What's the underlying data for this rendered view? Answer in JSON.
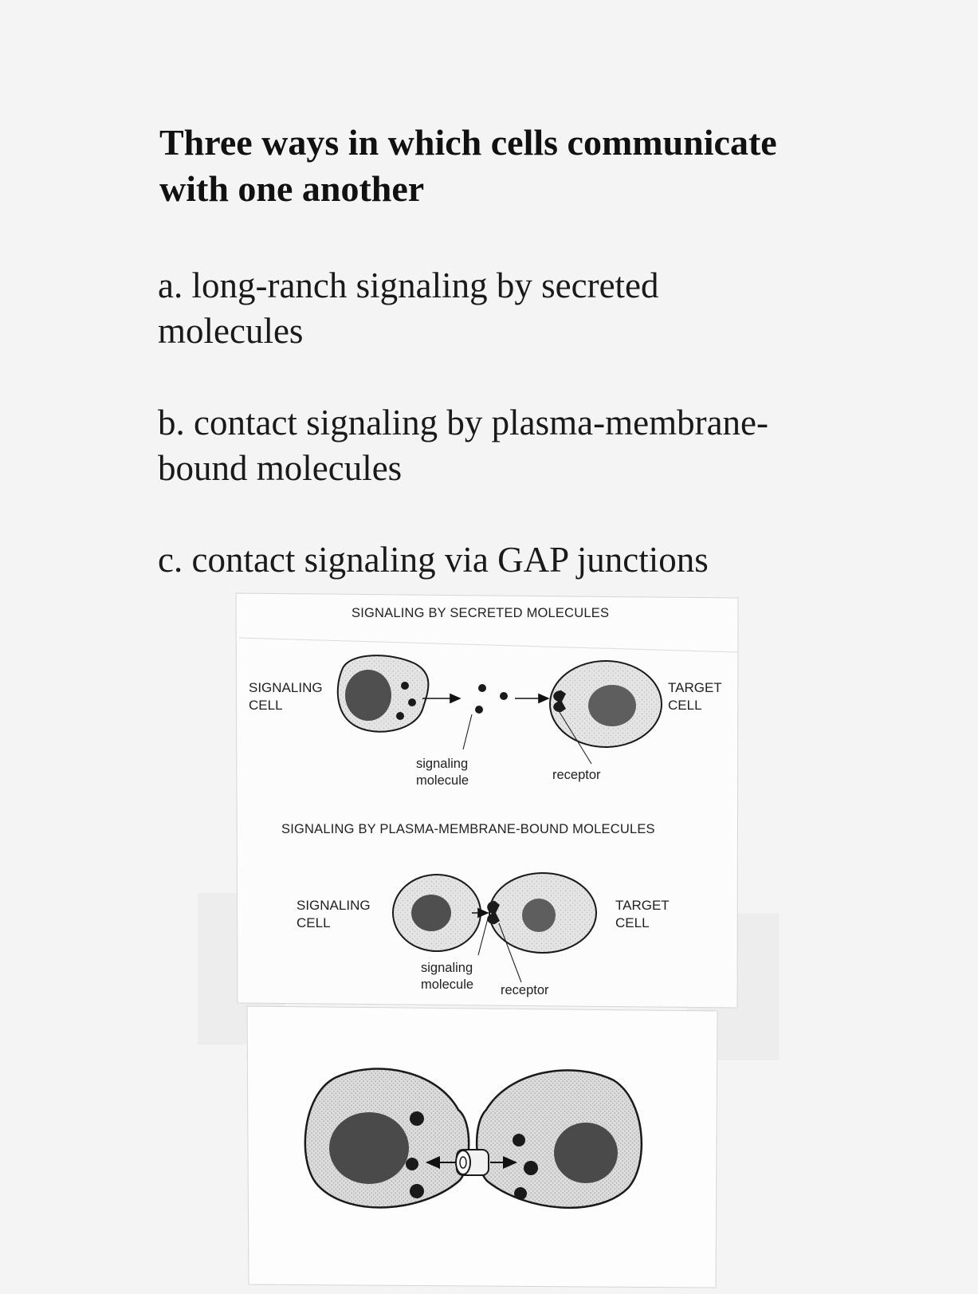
{
  "title": {
    "line1": "Three ways in which cells communicate",
    "line2": "with one another"
  },
  "items": [
    {
      "line1": "a. long-ranch signaling by secreted",
      "line2": "molecules"
    },
    {
      "line1": "b. contact signaling by plasma-membrane-",
      "line2": "bound molecules"
    },
    {
      "line1": "c. contact signaling via GAP junctions"
    }
  ],
  "figure": {
    "panel1": {
      "heading": "SIGNALING BY SECRETED MOLECULES",
      "left_label": [
        "SIGNALING",
        "CELL"
      ],
      "right_label": [
        "TARGET",
        "CELL"
      ],
      "molecule_label": [
        "signaling",
        "molecule"
      ],
      "receptor_label": "receptor"
    },
    "panel2": {
      "heading": "SIGNALING BY PLASMA-MEMBRANE-BOUND MOLECULES",
      "left_label": [
        "SIGNALING",
        "CELL"
      ],
      "right_label": [
        "TARGET",
        "CELL"
      ],
      "molecule_label": [
        "signaling",
        "molecule"
      ],
      "receptor_label": "receptor"
    }
  },
  "colors": {
    "paper": "#f5f5f5",
    "clipping": "#fcfcfc",
    "tape": "#ececec",
    "cytoplasm": "#e6e6e6",
    "nucleus": "#555555",
    "ink": "#1a1a1a"
  }
}
